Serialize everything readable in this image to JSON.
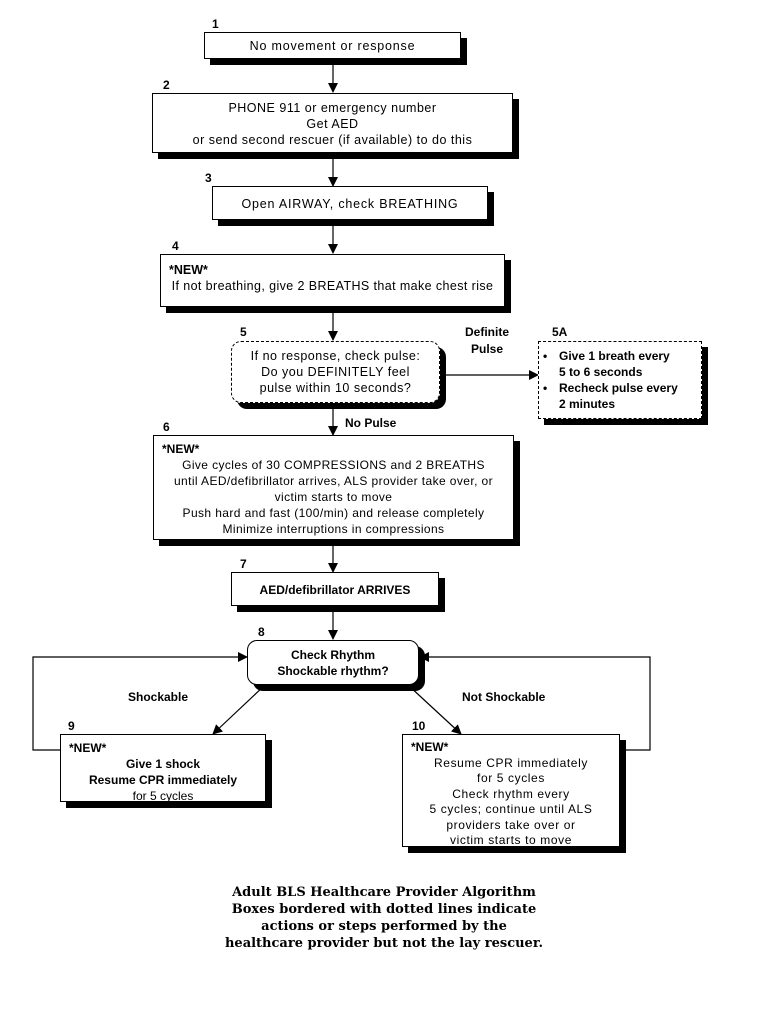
{
  "boxes": {
    "b1": {
      "number": "1",
      "lines": [
        "No movement or response"
      ]
    },
    "b2": {
      "number": "2",
      "lines": [
        "PHONE 911 or emergency number",
        "Get AED",
        "or send second rescuer (if available) to do this"
      ]
    },
    "b3": {
      "number": "3",
      "lines": [
        "Open AIRWAY, check BREATHING"
      ]
    },
    "b4": {
      "number": "4",
      "new_tag": "*NEW*",
      "lines": [
        "If not breathing, give 2 BREATHS that make chest rise"
      ]
    },
    "b5": {
      "number": "5",
      "lines": [
        "If no response, check pulse:",
        "Do you DEFINITELY feel",
        "pulse within 10 seconds?"
      ]
    },
    "b5a": {
      "number": "5A",
      "bullets": [
        {
          "line1": "Give 1 breath every",
          "line2": "5 to 6 seconds"
        },
        {
          "line1": "Recheck pulse every",
          "line2": "2 minutes"
        }
      ]
    },
    "b6": {
      "number": "6",
      "new_tag": "*NEW*",
      "lines": [
        "Give cycles of 30 COMPRESSIONS and 2 BREATHS",
        "until AED/defibrillator arrives, ALS provider take over, or",
        "victim starts to move",
        "Push hard and fast (100/min) and release completely",
        "Minimize interruptions in compressions"
      ]
    },
    "b7": {
      "number": "7",
      "lines": [
        "AED/defibrillator ARRIVES"
      ]
    },
    "b8": {
      "number": "8",
      "lines": [
        "Check Rhythm",
        "Shockable rhythm?"
      ]
    },
    "b9": {
      "number": "9",
      "new_tag": "*NEW*",
      "lines": [
        "Give 1 shock",
        "Resume CPR immediately",
        "for 5 cycles"
      ]
    },
    "b10": {
      "number": "10",
      "new_tag": "*NEW*",
      "lines": [
        "Resume CPR immediately",
        "for 5 cycles",
        "Check rhythm every",
        "5 cycles; continue until ALS",
        "providers take over or",
        "victim starts to move"
      ]
    }
  },
  "edge_labels": {
    "definite_pulse": [
      "Definite",
      "Pulse"
    ],
    "no_pulse": "No Pulse",
    "shockable": "Shockable",
    "not_shockable": "Not Shockable"
  },
  "caption": [
    "Adult BLS Healthcare Provider Algorithm",
    "Boxes bordered with dotted lines indicate",
    "actions or steps performed by the",
    "healthcare provider but not the lay rescuer."
  ]
}
